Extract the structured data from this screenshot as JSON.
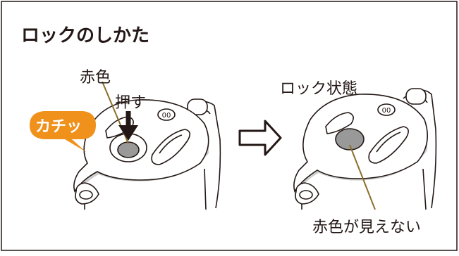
{
  "title": "ロックのしかた",
  "before": {
    "label_red": "赤色",
    "label_push": "押す",
    "click_sound": "カチッ"
  },
  "after": {
    "label_state": "ロック状態",
    "label_red_hidden": "赤色が見えない"
  },
  "colors": {
    "border": "#231815",
    "accent_orange": "#f0911b",
    "button_gray": "#999999",
    "leader_line": "#8c6e2a",
    "shadow_gray": "#cfcfcf"
  },
  "icons": [
    "push-down-arrow-icon",
    "right-arrow-icon"
  ]
}
